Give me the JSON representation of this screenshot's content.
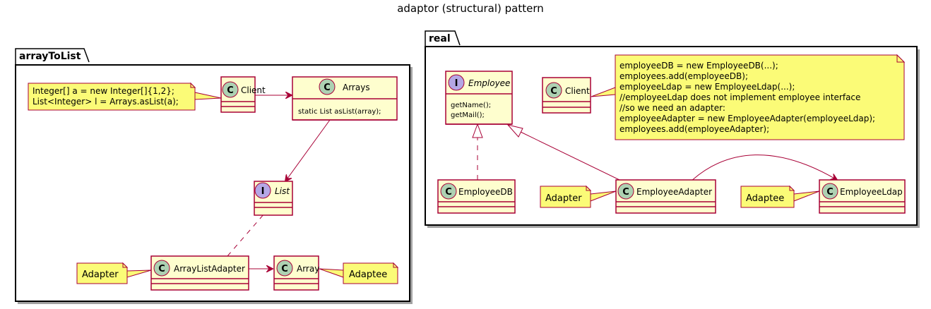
{
  "title": "adaptor (structural) pattern",
  "packages": {
    "arrayToList": {
      "name": "arrayToList",
      "client": {
        "name": "Client",
        "stereotype": "C"
      },
      "arrays": {
        "name": "Arrays",
        "stereotype": "C",
        "method": "static List asList(array);"
      },
      "list": {
        "name": "List",
        "stereotype": "I"
      },
      "array_list_adapter": {
        "name": "ArrayListAdapter",
        "stereotype": "C"
      },
      "array": {
        "name": "Array",
        "stereotype": "C"
      },
      "client_note": {
        "lines": [
          "Integer[] a = new Integer[]{1,2};",
          "List<Integer> l = Arrays.asList(a);"
        ]
      },
      "adapter_note": "Adapter",
      "adaptee_note": "Adaptee"
    },
    "real": {
      "name": "real",
      "employee": {
        "name": "Employee",
        "stereotype": "I",
        "methods": [
          "getName();",
          "getMail();"
        ]
      },
      "client": {
        "name": "Client",
        "stereotype": "C"
      },
      "employee_db": {
        "name": "EmployeeDB",
        "stereotype": "C"
      },
      "employee_adapter": {
        "name": "EmployeeAdapter",
        "stereotype": "C"
      },
      "employee_ldap": {
        "name": "EmployeeLdap",
        "stereotype": "C"
      },
      "client_note": {
        "lines": [
          "employeeDB = new EmployeeDB(...);",
          "employees.add(employeeDB);",
          "employeeLdap = new EmployeeLdap(...);",
          "//employeeLdap does not implement employee interface",
          "//so we need an adapter:",
          "employeeAdapter = new EmployeeAdapter(employeeLdap);",
          "employees.add(employeeAdapter);"
        ]
      },
      "adapter_note": "Adapter",
      "adaptee_note": "Adaptee"
    }
  },
  "colors": {
    "class_fill": "#FEFECE",
    "class_border": "#A80036",
    "note_fill": "#FBFB77",
    "class_circle": "#ADD1B2",
    "interface_circle": "#B4A7E5"
  }
}
